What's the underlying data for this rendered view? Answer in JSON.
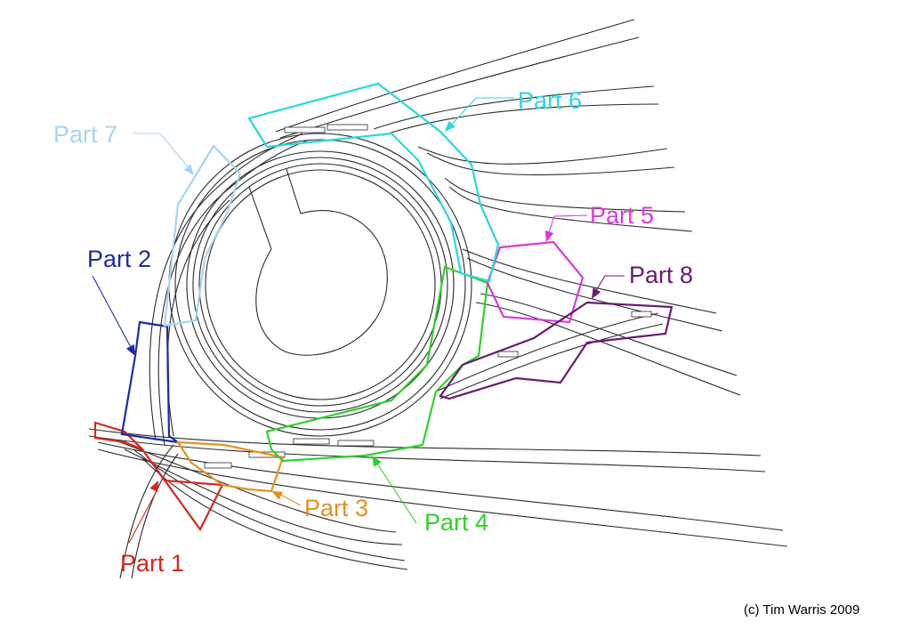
{
  "copyright": "(c) Tim Warris 2009",
  "parts": [
    {
      "id": "part1",
      "label": "Part 1",
      "color": "#d8261f"
    },
    {
      "id": "part2",
      "label": "Part 2",
      "color": "#1d2aa8"
    },
    {
      "id": "part3",
      "label": "Part 3",
      "color": "#e8901c"
    },
    {
      "id": "part4",
      "label": "Part 4",
      "color": "#2fd12a"
    },
    {
      "id": "part5",
      "label": "Part 5",
      "color": "#d93ad9"
    },
    {
      "id": "part6",
      "label": "Part 6",
      "color": "#28d8dc"
    },
    {
      "id": "part7",
      "label": "Part 7",
      "color": "#a7d5ee"
    },
    {
      "id": "part8",
      "label": "Part 8",
      "color": "#6a1a6e"
    }
  ]
}
